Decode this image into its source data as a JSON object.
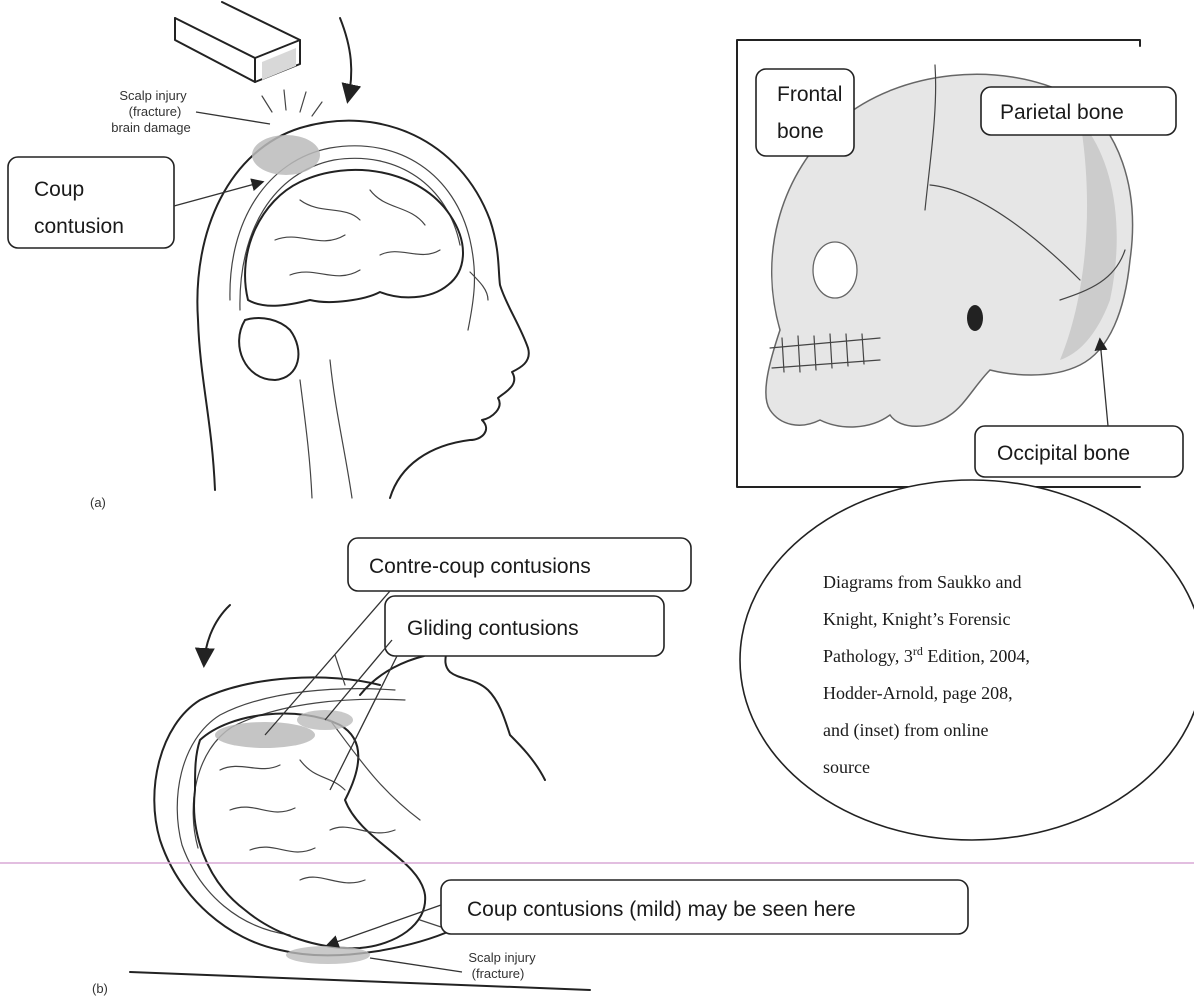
{
  "panel_a": {
    "panel_label": "(a)",
    "scalp_injury_lines": [
      "Scalp injury",
      "(fracture)",
      "brain damage"
    ],
    "callout_coup": [
      "Coup",
      "contusion"
    ]
  },
  "inset": {
    "frontal": [
      "Frontal",
      "bone"
    ],
    "parietal": "Parietal bone",
    "occipital": "Occipital bone"
  },
  "panel_b": {
    "panel_label": "(b)",
    "contre_coup": "Contre-coup contusions",
    "gliding": "Gliding contusions",
    "coup_mild": "Coup contusions (mild) may be seen here",
    "scalp_injury_lines": [
      "Scalp injury",
      "(fracture)"
    ]
  },
  "citation": {
    "line1": "Diagrams from Saukko and",
    "line2": "Knight, Knight’s Forensic",
    "line3_pre": "Pathology, 3",
    "line3_sup": "rd",
    "line3_post": " Edition, 2004,",
    "line4": "Hodder-Arnold, page 208,",
    "line5": "and (inset) from online",
    "line6": "source"
  },
  "colors": {
    "contusion": "#bbbbbb",
    "skull": "#e6e6e6",
    "line": "#222222",
    "guide": "#d9a8d6"
  }
}
